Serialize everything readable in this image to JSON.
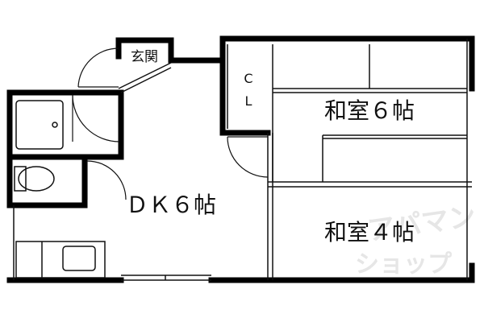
{
  "floor_plan": {
    "rooms": {
      "genkan": "玄関",
      "closet_line1": "C",
      "closet_line2": "L",
      "washitsu6": "和室６帖",
      "washitsu4": "和室４帖",
      "dk6": "ＤＫ６帖"
    },
    "colors": {
      "wall": "#000000",
      "line": "#111111",
      "watermark": "#c8c8c8"
    }
  }
}
